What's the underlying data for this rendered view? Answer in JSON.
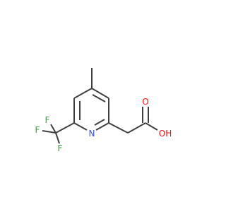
{
  "molecule": {
    "atoms": {
      "nitrogen": {
        "label": "N",
        "color": "#3050F8"
      },
      "oxygen_carbonyl": {
        "label": "O",
        "color": "#FF0D0D"
      },
      "hydroxyl": {
        "label": "OH",
        "color": "#FF0D0D"
      },
      "fluorine_top": {
        "label": "F",
        "color": "#33AA33"
      },
      "fluorine_left": {
        "label": "F",
        "color": "#33AA33"
      },
      "fluorine_bottom": {
        "label": "F",
        "color": "#33AA33"
      }
    },
    "bond_color": "#404040"
  }
}
